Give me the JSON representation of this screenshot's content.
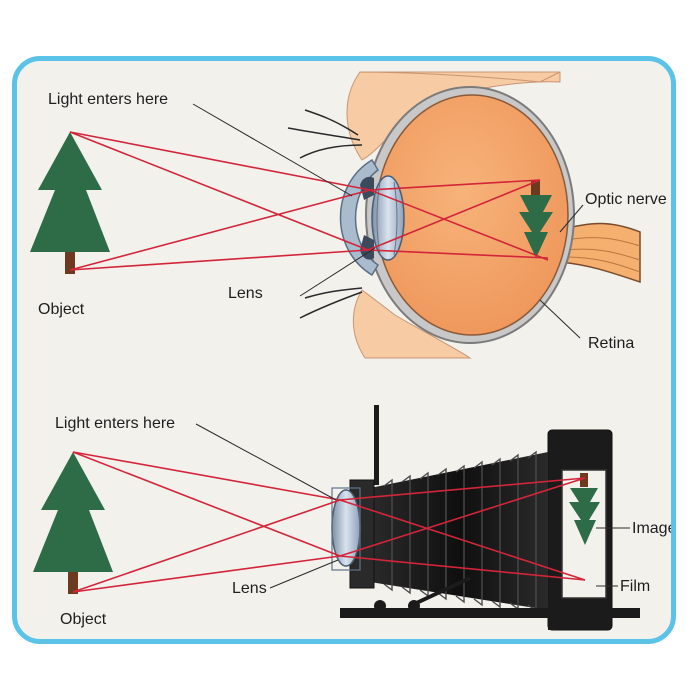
{
  "eye": {
    "light_label": "Light enters here",
    "object_label": "Object",
    "lens_label": "Lens",
    "optic_label": "Optic nerve",
    "retina_label": "Retina"
  },
  "camera": {
    "light_label": "Light enters here",
    "object_label": "Object",
    "lens_label": "Lens",
    "image_label": "Image",
    "film_label": "Film"
  },
  "colors": {
    "frame": "#5bc2e8",
    "ray": "#d3253a",
    "tree": "#2e6b47",
    "eyeball": "#f4a468",
    "skin": "#f7cba3",
    "camera": "#1b1b1b"
  }
}
